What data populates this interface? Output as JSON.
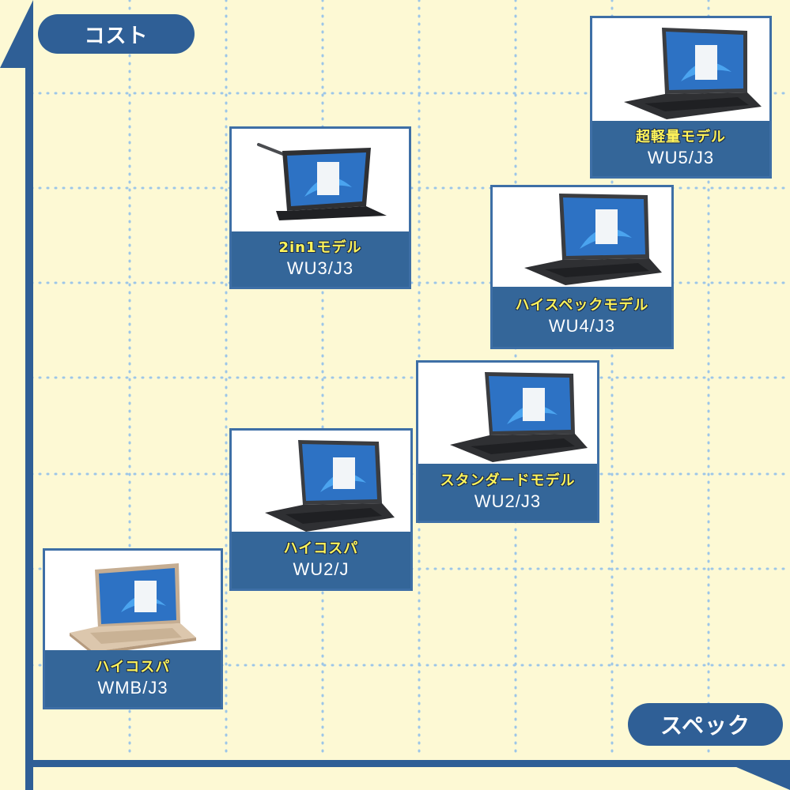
{
  "axes": {
    "y_label": "コスト",
    "x_label": "スペック"
  },
  "products": [
    {
      "category": "ハイコスパ",
      "model": "WMB/J3",
      "finish": "gold"
    },
    {
      "category": "ハイコスパ",
      "model": "WU2/J",
      "finish": "black"
    },
    {
      "category": "2in1モデル",
      "model": "WU3/J3",
      "finish": "black-flip"
    },
    {
      "category": "スタンダードモデル",
      "model": "WU2/J3",
      "finish": "black"
    },
    {
      "category": "ハイスペックモデル",
      "model": "WU4/J3",
      "finish": "black"
    },
    {
      "category": "超軽量モデル",
      "model": "WU5/J3",
      "finish": "black"
    }
  ],
  "colors": {
    "background": "#fdf9d4",
    "axis": "#2f5f96",
    "caption": "#346699",
    "category_text": "#fff45a",
    "grid_dots": "#9dc6e8"
  }
}
